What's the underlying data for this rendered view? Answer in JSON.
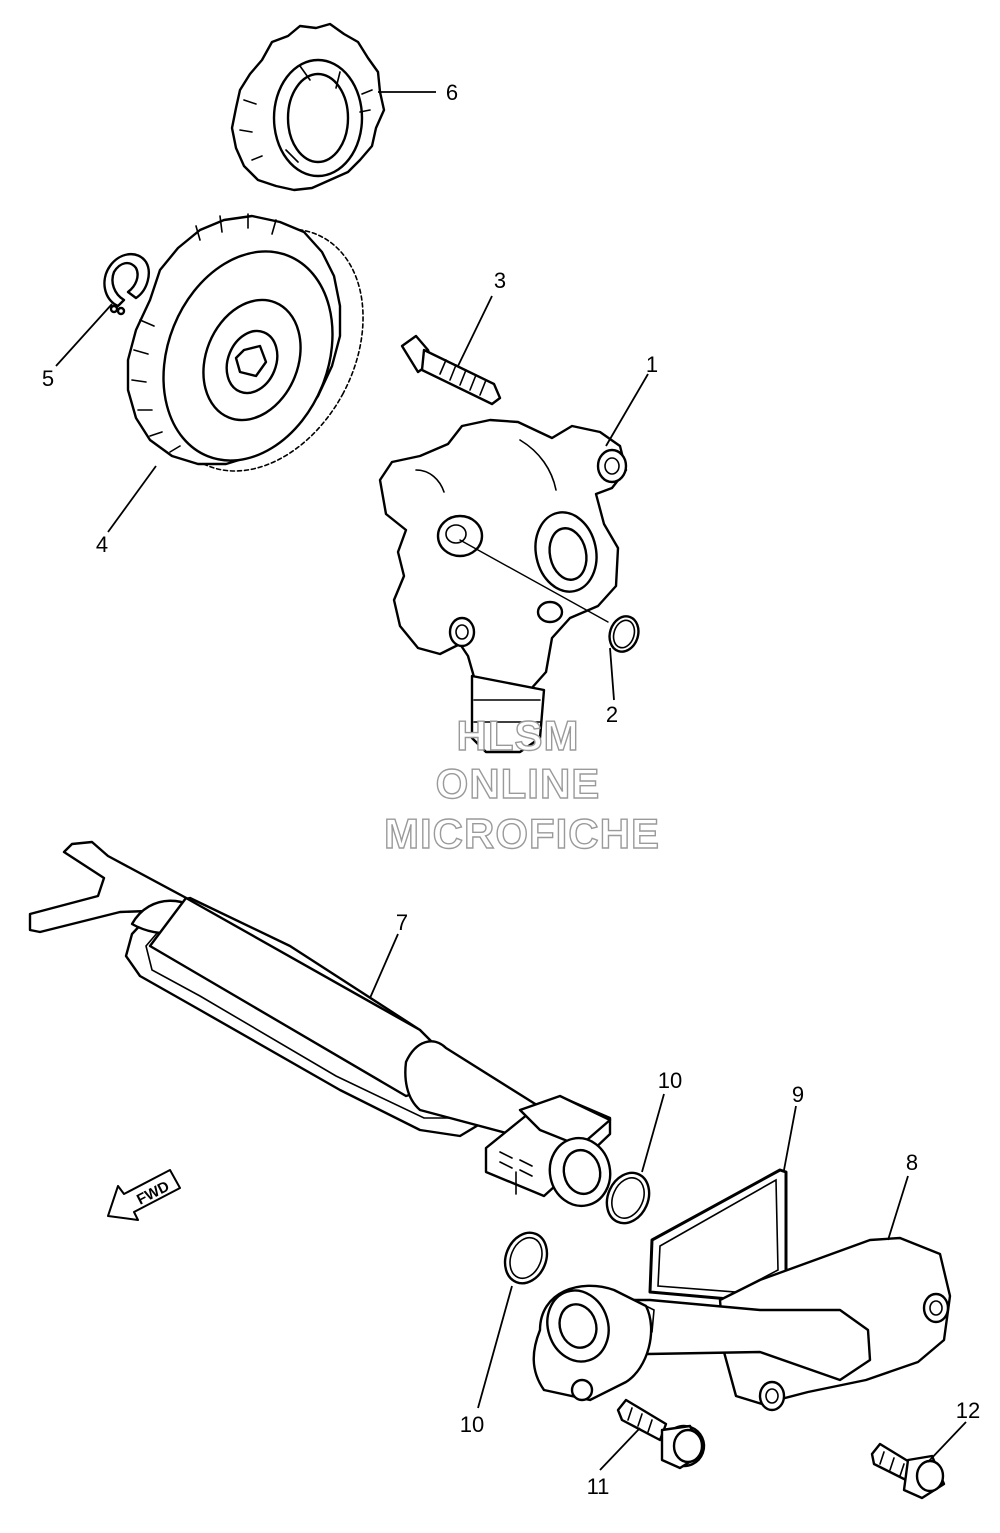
{
  "callouts": {
    "c1": "1",
    "c2": "2",
    "c3": "3",
    "c4": "4",
    "c5": "5",
    "c6": "6",
    "c7": "7",
    "c8": "8",
    "c9": "9",
    "c10a": "10",
    "c10b": "10",
    "c11": "11",
    "c12": "12"
  },
  "watermark": {
    "line1": "HLSM",
    "line2": "ONLINE",
    "line3": "MICROFICHE",
    "color": "#9a9a9a"
  },
  "fwd_arrow": {
    "label": "FWD"
  }
}
